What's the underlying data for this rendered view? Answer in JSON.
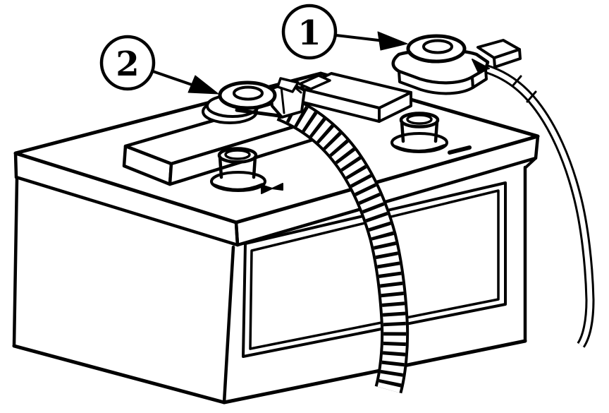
{
  "diagram": {
    "kind": "technical-line-illustration",
    "subject": "automotive battery with two cable terminals",
    "background_color": "#ffffff",
    "line_color": "#000000",
    "callouts": [
      {
        "label": "1"
      },
      {
        "label": "2"
      }
    ],
    "marks": {
      "left_post_mark": "bowtie-x-mark",
      "right_post_mark": "dash-mark"
    },
    "parts": [
      "battery-case",
      "battery-lid",
      "label-recess",
      "cell-cover-slab",
      "hold-down-block",
      "left-post",
      "right-post",
      "corrugated-cable",
      "smooth-cable",
      "ring-terminal-1",
      "ring-terminal-2"
    ]
  }
}
